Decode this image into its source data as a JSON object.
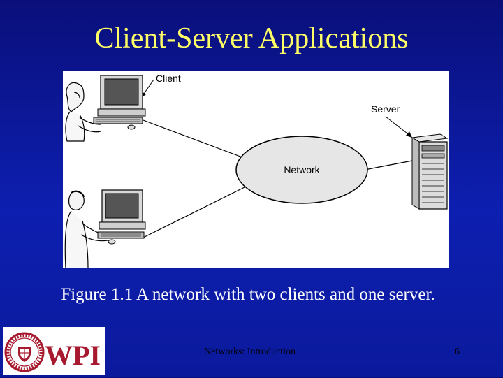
{
  "slide": {
    "title": "Client-Server Applications",
    "caption": "Figure 1.1  A network with two clients and one server.",
    "footer": "Networks: Introduction",
    "page_number": "6"
  },
  "diagram": {
    "labels": {
      "client": "Client",
      "server": "Server",
      "network": "Network"
    }
  },
  "logo": {
    "text": "WPI",
    "seal_text": "WORCESTER POLYTECHNIC INSTITUTE"
  },
  "colors": {
    "background": "#0d1fb0",
    "title": "#ffff66",
    "logo_red": "#a6192e"
  }
}
